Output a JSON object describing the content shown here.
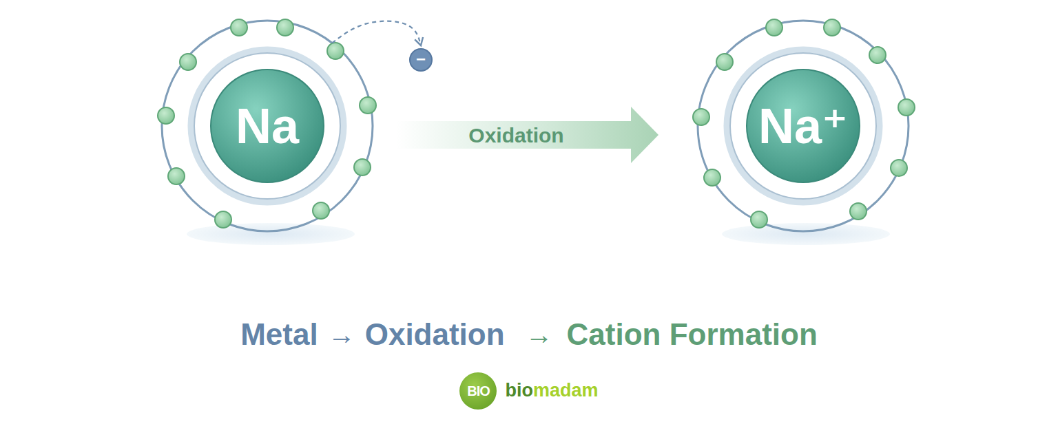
{
  "diagram": {
    "nodes": [
      {
        "text": [
          "Na"
        ]
      },
      {
        "text": [
          "−"
        ]
      },
      {
        "text": [
          "Na⁺"
        ]
      }
    ],
    "edges": [
      {
        "from": 0,
        "to": 1,
        "arrow": "to"
      },
      {
        "from": 0,
        "to": 2,
        "label": "Oxidation",
        "arrow": "to"
      }
    ],
    "labels": [
      "Metal",
      "→",
      "Oxidation",
      "→",
      "Cation Formation",
      "BIO",
      "bio",
      "madam"
    ]
  }
}
